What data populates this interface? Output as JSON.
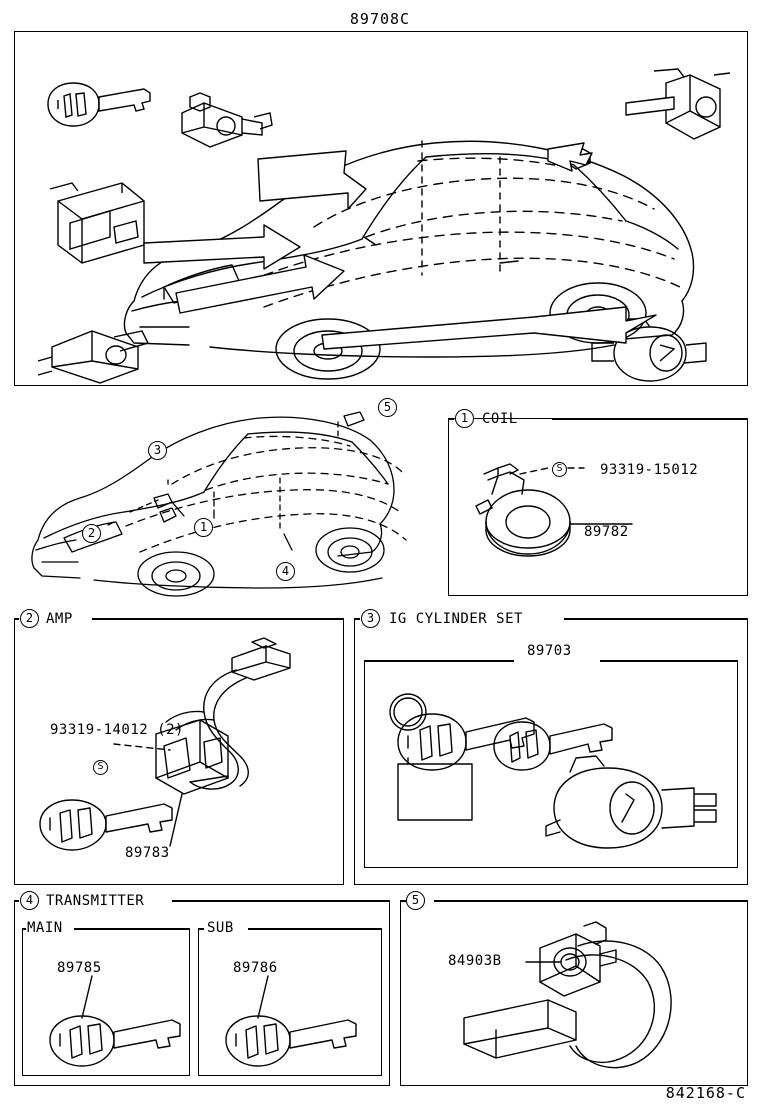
{
  "diagram": {
    "title": "89708C",
    "footer_code": "842168-C",
    "sections": [
      {
        "num": "1",
        "label": "COIL"
      },
      {
        "num": "2",
        "label": "AMP"
      },
      {
        "num": "3",
        "label": "IG CYLINDER SET"
      },
      {
        "num": "4",
        "label": "TRANSMITTER"
      },
      {
        "num": "5",
        "label": ""
      }
    ],
    "callouts": [
      {
        "num": "1"
      },
      {
        "num": "2"
      },
      {
        "num": "3"
      },
      {
        "num": "4"
      },
      {
        "num": "5"
      }
    ],
    "part_numbers": {
      "coil_screw": "93319-15012",
      "coil": "89782",
      "amp_screw": "93319-14012 (2)",
      "amp": "89783",
      "ig_cylinder_set": "89703",
      "transmitter_main": "89785",
      "transmitter_sub": "89786",
      "key_ring": "84903B"
    },
    "sublabels": {
      "main": "MAIN",
      "sub": "SUB"
    },
    "markers": {
      "s": "S"
    }
  }
}
